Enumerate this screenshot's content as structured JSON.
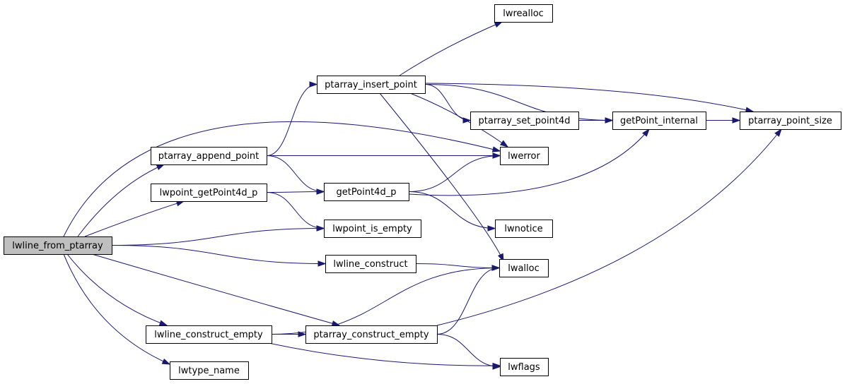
{
  "nodes": [
    {
      "id": "lwline_from_ptarray",
      "label": "lwline_from_ptarray",
      "root": true
    },
    {
      "id": "ptarray_append_point",
      "label": "ptarray_append_point"
    },
    {
      "id": "lwpoint_getPoint4d_p",
      "label": "lwpoint_getPoint4d_p"
    },
    {
      "id": "lwline_construct_empty",
      "label": "lwline_construct_empty"
    },
    {
      "id": "lwtype_name",
      "label": "lwtype_name"
    },
    {
      "id": "ptarray_insert_point",
      "label": "ptarray_insert_point"
    },
    {
      "id": "getPoint4d_p",
      "label": "getPoint4d_p"
    },
    {
      "id": "lwpoint_is_empty",
      "label": "lwpoint_is_empty"
    },
    {
      "id": "lwline_construct",
      "label": "lwline_construct"
    },
    {
      "id": "ptarray_construct_empty",
      "label": "ptarray_construct_empty"
    },
    {
      "id": "lwrealloc",
      "label": "lwrealloc"
    },
    {
      "id": "ptarray_set_point4d",
      "label": "ptarray_set_point4d"
    },
    {
      "id": "lwerror",
      "label": "lwerror"
    },
    {
      "id": "lwnotice",
      "label": "lwnotice"
    },
    {
      "id": "lwalloc",
      "label": "lwalloc"
    },
    {
      "id": "lwflags",
      "label": "lwflags"
    },
    {
      "id": "getPoint_internal",
      "label": "getPoint_internal"
    },
    {
      "id": "ptarray_point_size",
      "label": "ptarray_point_size"
    }
  ],
  "edges": [
    {
      "from": "lwline_from_ptarray",
      "to": "lwerror"
    },
    {
      "from": "lwline_from_ptarray",
      "to": "ptarray_append_point"
    },
    {
      "from": "lwline_from_ptarray",
      "to": "lwpoint_getPoint4d_p"
    },
    {
      "from": "lwline_from_ptarray",
      "to": "lwpoint_is_empty"
    },
    {
      "from": "lwline_from_ptarray",
      "to": "lwline_construct"
    },
    {
      "from": "lwline_from_ptarray",
      "to": "lwline_construct_empty"
    },
    {
      "from": "lwline_from_ptarray",
      "to": "ptarray_construct_empty"
    },
    {
      "from": "lwline_from_ptarray",
      "to": "lwtype_name"
    },
    {
      "from": "ptarray_append_point",
      "to": "ptarray_insert_point"
    },
    {
      "from": "ptarray_append_point",
      "to": "lwerror"
    },
    {
      "from": "ptarray_append_point",
      "to": "getPoint4d_p"
    },
    {
      "from": "lwpoint_getPoint4d_p",
      "to": "getPoint4d_p"
    },
    {
      "from": "lwpoint_getPoint4d_p",
      "to": "lwpoint_is_empty"
    },
    {
      "from": "ptarray_insert_point",
      "to": "lwrealloc"
    },
    {
      "from": "ptarray_insert_point",
      "to": "ptarray_point_size"
    },
    {
      "from": "ptarray_insert_point",
      "to": "getPoint_internal"
    },
    {
      "from": "ptarray_insert_point",
      "to": "ptarray_set_point4d"
    },
    {
      "from": "ptarray_insert_point",
      "to": "lwerror"
    },
    {
      "from": "ptarray_insert_point",
      "to": "lwalloc"
    },
    {
      "from": "ptarray_set_point4d",
      "to": "getPoint_internal"
    },
    {
      "from": "getPoint_internal",
      "to": "ptarray_point_size"
    },
    {
      "from": "getPoint4d_p",
      "to": "lwerror"
    },
    {
      "from": "getPoint4d_p",
      "to": "getPoint_internal"
    },
    {
      "from": "getPoint4d_p",
      "to": "lwnotice"
    },
    {
      "from": "lwline_construct",
      "to": "lwalloc"
    },
    {
      "from": "lwline_construct_empty",
      "to": "lwalloc"
    },
    {
      "from": "lwline_construct_empty",
      "to": "ptarray_construct_empty"
    },
    {
      "from": "lwline_construct_empty",
      "to": "lwflags"
    },
    {
      "from": "ptarray_construct_empty",
      "to": "lwalloc"
    },
    {
      "from": "ptarray_construct_empty",
      "to": "ptarray_point_size"
    },
    {
      "from": "ptarray_construct_empty",
      "to": "lwflags"
    }
  ]
}
